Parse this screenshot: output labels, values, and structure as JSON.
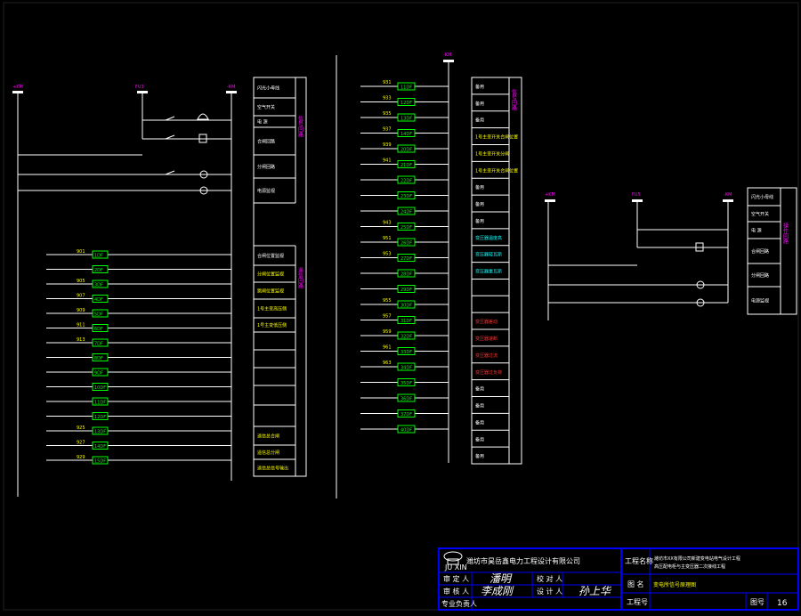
{
  "colors": {
    "background": "#000000",
    "wire": "#ffffff",
    "terminal": "#00ff00",
    "label_yellow": "#ffff00",
    "label_magenta": "#ff00ff",
    "label_cyan": "#00ffff",
    "label_red": "#ff3030",
    "titleblock_border": "#0000ff"
  },
  "left": {
    "top_labels": {
      "plus": "+KM",
      "center": "FU3",
      "minus": "-KM"
    },
    "legend": [
      "闪光小母线",
      "空气开关",
      "电  源",
      "合闸回路",
      "分闸回路",
      "电源监视",
      "",
      "合闸位置监视",
      "分闸位置监视",
      "跳闸位置监视",
      "1号主变高压侧",
      "1号主变低压侧",
      "",
      "",
      "",
      "",
      "",
      "遥信总合闸",
      "遥信总分闸",
      "遥信总信号输出"
    ],
    "legend_side": [
      "信号回路",
      "遥信回路"
    ],
    "terminals": [
      "1DF",
      "2DF",
      "3DF",
      "4DF",
      "5DF",
      "6DF",
      "7DF",
      "8DF",
      "9DF",
      "10DF",
      "11DF",
      "12DF",
      "13DF",
      "14DF",
      "15DF"
    ],
    "wire_numbers": [
      "901",
      "",
      "905",
      "907",
      "909",
      "911",
      "913",
      "",
      "",
      "",
      "",
      "",
      "925",
      "927",
      "929"
    ]
  },
  "middle": {
    "top_label": "-KM",
    "wire_numbers": [
      "931",
      "933",
      "935",
      "937",
      "939",
      "941",
      "",
      "",
      "",
      "943",
      "951",
      "953",
      "",
      "",
      "955",
      "957",
      "959",
      "961",
      "963",
      "",
      "",
      "",
      ""
    ],
    "terminals": [
      "11DF",
      "12DF",
      "13DF",
      "14DF",
      "20DF",
      "21DF",
      "22DF",
      "23DF",
      "24DF",
      "25DF",
      "26DF",
      "27DF",
      "28DF",
      "29DF",
      "30DF",
      "31DF",
      "32DF",
      "33DF",
      "34DF",
      "35DF",
      "36DF",
      "37DF",
      "40DF"
    ],
    "legend": [
      "备用",
      "备用",
      "备用",
      "1号主变开关合闸位置",
      "1号主变开关分闸",
      "1号主变开关合闸位置",
      "备用",
      "备用",
      "备用",
      "变压器温度高",
      "变压器轻瓦斯",
      "变压器重瓦斯",
      "",
      "",
      "变压器差动",
      "变压器速断",
      "变压器过流",
      "变压器过负荷",
      "备用",
      "备用",
      "备用",
      "备用",
      "备用"
    ],
    "legend_side": "信号回路"
  },
  "right": {
    "top_labels": {
      "plus": "+KM",
      "center": "FU5",
      "minus": "-KM"
    },
    "legend": [
      "闪光小母线",
      "空气开关",
      "电  源",
      "合闸回路",
      "分闸回路",
      "电源监视"
    ],
    "legend_side": "操作回路"
  },
  "title_block": {
    "company": "潍坊市昊岳鑫电力工程设计有限公司",
    "logo_caption": "JU XIN",
    "project_label": "工程名称",
    "project_name_1": "潍坊市XX有限公司新建变电站电气设计工程",
    "project_name_2": "高压配电柜与主变压器二次接线工程",
    "rows": [
      {
        "label": "审 定 人",
        "signature": "潘明",
        "label2": "校 对 人",
        "value2": ""
      },
      {
        "label": "审 核 人",
        "signature": "李成刚",
        "label2": "设 计 人",
        "value2": "孙上华"
      },
      {
        "label": "专业负责人",
        "signature": "",
        "label2": "",
        "value2": ""
      }
    ],
    "drawing_label": "图  名",
    "drawing_name": "变电所信号原理图",
    "number_label": "工程号",
    "sheet_label": "图号",
    "sheet_no": "16"
  }
}
